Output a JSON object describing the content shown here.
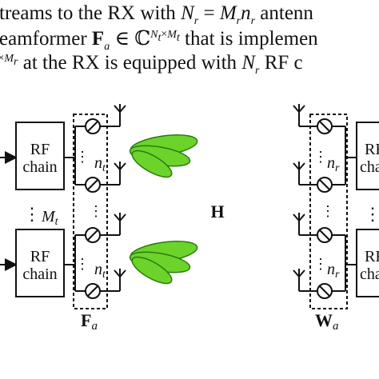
{
  "text": {
    "line1_a": "treams to the RX with ",
    "line1_b": " antenn",
    "line2_a": "eamformer ",
    "line2_b": " that is implemen",
    "line3_a": " at the RX is equipped with ",
    "line3_b": " RF c"
  },
  "math": {
    "Nr_eq": "N",
    "Mr": "M",
    "nr": "n",
    "Fa": "F",
    "complex": "ℂ",
    "Nt": "N",
    "Mt": "M"
  },
  "diagram": {
    "rf_label_1": "RF",
    "rf_label_2": "chain",
    "rf_label_right": "RF",
    "rf_label_right2": "chain",
    "channel_label": "H",
    "tx_precoder_label": "F",
    "tx_precoder_sub": "a",
    "rx_combiner_label": "W",
    "rx_combiner_sub": "a",
    "tx_streams_label": "M",
    "tx_streams_sub": "t",
    "tx_antennas_label": "n",
    "tx_antennas_sub": "t",
    "rx_antennas_label": "n",
    "rx_antennas_sub": "r",
    "beam_color": "#6cd32a"
  }
}
